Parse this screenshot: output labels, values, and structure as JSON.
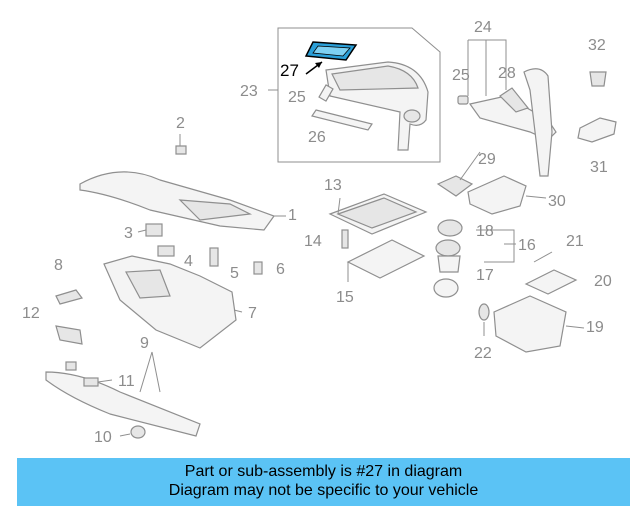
{
  "diagram": {
    "highlighted_part": "27",
    "callouts": [
      "1",
      "2",
      "3",
      "4",
      "5",
      "6",
      "7",
      "8",
      "9",
      "10",
      "11",
      "12",
      "13",
      "14",
      "15",
      "16",
      "17",
      "18",
      "19",
      "20",
      "21",
      "22",
      "23",
      "24",
      "25",
      "25",
      "26",
      "27",
      "28",
      "29",
      "30",
      "31",
      "32"
    ],
    "highlight_color": "#2a9fd8"
  },
  "banner": {
    "line1": "Part or sub-assembly is #27 in diagram",
    "line2": "Diagram may not be specific to your vehicle",
    "color": "#5bc3f5"
  }
}
